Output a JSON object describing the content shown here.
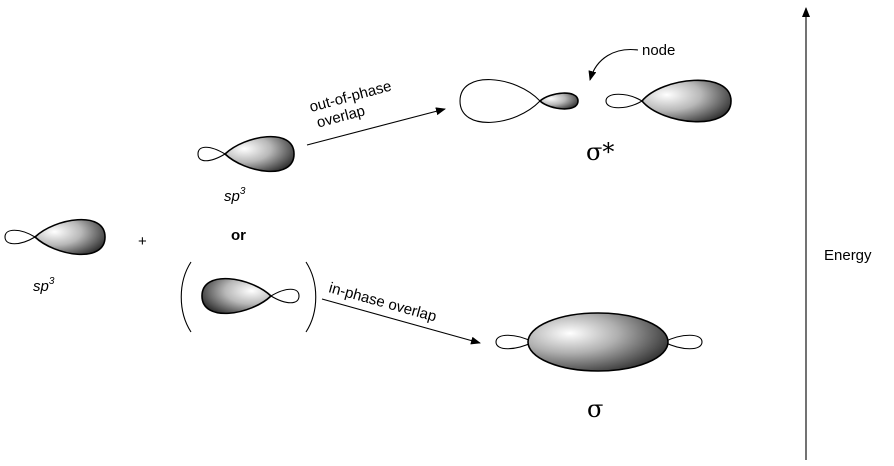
{
  "labels": {
    "sp3_left": "sp",
    "sp3_left_sup": "3",
    "plus": "+",
    "sp3_top": "sp",
    "sp3_top_sup": "3",
    "or": "or",
    "out_of_phase_line1": "out-of-phase",
    "out_of_phase_line2": "overlap",
    "in_phase": "in-phase overlap",
    "node": "node",
    "sigma_star": "σ*",
    "sigma": "σ",
    "energy": "Energy"
  }
}
